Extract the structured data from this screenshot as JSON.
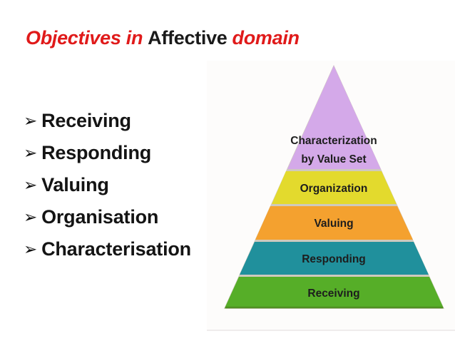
{
  "slide": {
    "title": {
      "lead": "Objectives in",
      "middle": "Affective",
      "tail": "domain"
    }
  },
  "bullets": {
    "marker": "➢",
    "items": [
      "Receiving",
      "Responding",
      "Valuing",
      "Organisation",
      "Characterisation"
    ]
  },
  "pyramid": {
    "levels": [
      {
        "label": "Characterization",
        "label2": "by Value Set",
        "color": "#d4a9e9"
      },
      {
        "label": "Organization",
        "color": "#e3da2d"
      },
      {
        "label": "Valuing",
        "color": "#f4a12f"
      },
      {
        "label": "Responding",
        "color": "#20909c"
      },
      {
        "label": "Receiving",
        "color": "#56ae28"
      }
    ],
    "label_text_color": "#1d1d1d",
    "separator_color": "#cfc9bd",
    "base_line_color": "#4f9022"
  },
  "colors": {
    "title_red": "#e01a1a",
    "text_black": "#1a1a1a",
    "background": "#ffffff"
  }
}
